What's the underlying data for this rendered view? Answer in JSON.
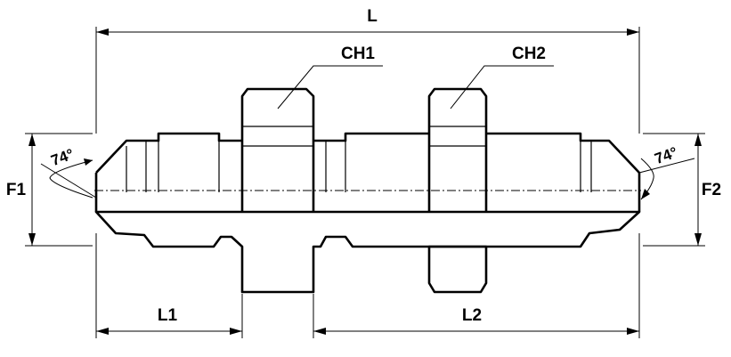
{
  "dimensions": {
    "overall_length": "L",
    "left_length": "L1",
    "right_length": "L2",
    "left_flare_diameter": "F1",
    "right_flare_diameter": "F2",
    "left_hex": "CH1",
    "right_hex": "CH2"
  },
  "angles": {
    "left_flare": "74°",
    "right_flare": "74°"
  }
}
